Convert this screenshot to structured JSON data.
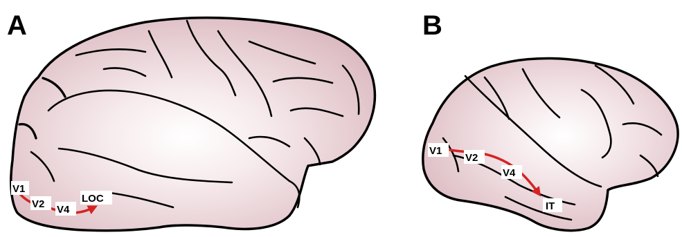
{
  "panels": {
    "a": {
      "letter": "A",
      "labels": {
        "v1": "V1",
        "v2": "V2",
        "v4": "V4",
        "end": "LOC"
      }
    },
    "b": {
      "letter": "B",
      "labels": {
        "v1": "V1",
        "v2": "V2",
        "v4": "V4",
        "end": "IT"
      }
    }
  },
  "colors": {
    "pathway": "#d42323",
    "tissue_light": "#ffffff",
    "tissue_dark": "#dcbcc2",
    "outline": "#000000"
  }
}
